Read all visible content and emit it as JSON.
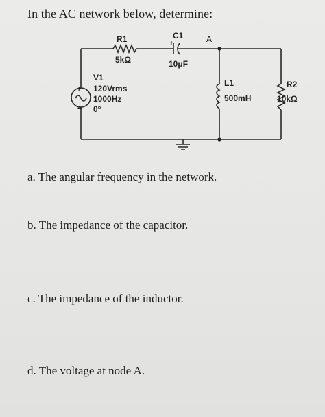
{
  "prompt": "In the AC network below, determine:",
  "circuit": {
    "r1": {
      "name": "R1",
      "value": "5kΩ"
    },
    "c1": {
      "name": "C1",
      "value": "10μF",
      "polarity": "+"
    },
    "node": "A",
    "v1": {
      "name": "V1",
      "plus": "+",
      "minus": "−",
      "amplitude": "120Vrms",
      "frequency": "1000Hz",
      "phase": "0°"
    },
    "l1": {
      "name": "L1",
      "value": "500mH"
    },
    "r2": {
      "name": "R2",
      "value": "10kΩ"
    }
  },
  "questions": [
    "a. The angular frequency in the network.",
    "b. The impedance of the capacitor.",
    "c. The impedance of the inductor.",
    "d. The voltage at node A."
  ]
}
